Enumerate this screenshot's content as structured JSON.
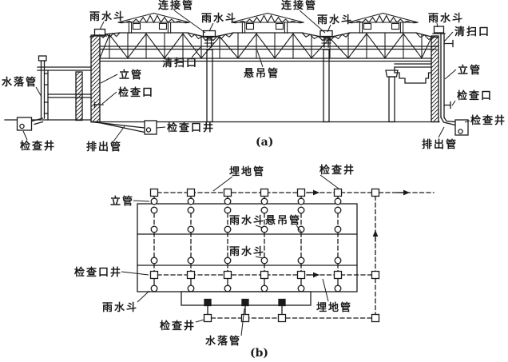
{
  "figure": {
    "background": "#ffffff",
    "line_color": "#1b1b1b",
    "caption_a": "(a)",
    "caption_b": "(b)"
  },
  "elevation": {
    "labels": {
      "rain_hopper_left": "雨水斗",
      "connecting_pipe_1": "连接管",
      "rain_hopper_mid1": "雨水斗",
      "connecting_pipe_2": "连接管",
      "rain_hopper_mid2": "雨水斗",
      "rain_hopper_right": "雨水斗",
      "cleanout_right": "清扫口",
      "downspout": "水落管",
      "riser_left": "立管",
      "inspection_opening_left": "检查口",
      "cleanout_mid": "清扫口",
      "suspended_pipe": "悬吊管",
      "riser_right": "立管",
      "inspection_opening_right": "检查口",
      "inspection_well_right": "检查井",
      "inspection_opening_well": "检查口井",
      "discharge_pipe_mid": "排出管",
      "discharge_pipe_right": "排出管",
      "inspection_well_left": "检查井"
    }
  },
  "plan": {
    "labels": {
      "buried_pipe_top": "埋地管",
      "inspection_well_top": "检查井",
      "riser": "立管",
      "rain_hopper_top": "雨水斗",
      "suspended_pipe": "悬吊管",
      "rain_hopper_mid": "雨水斗",
      "inspection_opening_well": "检查口井",
      "rain_hopper_bottom": "雨水斗",
      "inspection_well_bottom": "检查井",
      "downspout": "水落管",
      "buried_pipe_bottom": "埋地管"
    }
  }
}
